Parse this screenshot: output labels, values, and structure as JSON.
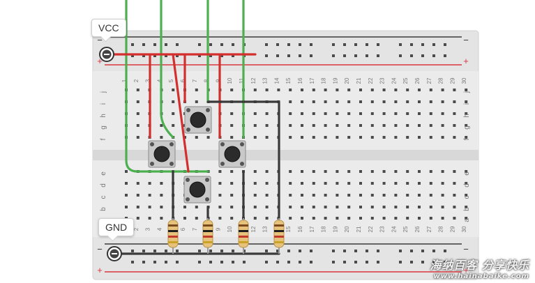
{
  "power_labels": {
    "vcc": "VCC",
    "gnd": "GND"
  },
  "rail_signs": {
    "minus": "−",
    "plus": "+"
  },
  "breadboard": {
    "columns": [
      "1",
      "2",
      "3",
      "4",
      "5",
      "6",
      "7",
      "8",
      "9",
      "10",
      "11",
      "12",
      "13",
      "14",
      "15",
      "16",
      "17",
      "18",
      "19",
      "20",
      "21",
      "22",
      "23",
      "24",
      "25",
      "26",
      "27",
      "28",
      "29",
      "30"
    ],
    "rows_top": [
      "j",
      "i",
      "h",
      "g",
      "f"
    ],
    "rows_bottom": [
      "e",
      "d",
      "c",
      "b",
      "a"
    ],
    "colors": {
      "board": "#e4e4e4",
      "hole": "#4a4a4a",
      "rail_red": "#d9363e",
      "rail_dark": "#3a3a3a"
    }
  },
  "wire_colors": {
    "green": "#4caf50",
    "red": "#d32f2f",
    "black": "#3a3a3a"
  },
  "components": {
    "pushbuttons": 4,
    "resistors": 4
  },
  "watermark": {
    "line1": "海纳百客 分享快乐",
    "line2": "www.hainabaike.com"
  }
}
